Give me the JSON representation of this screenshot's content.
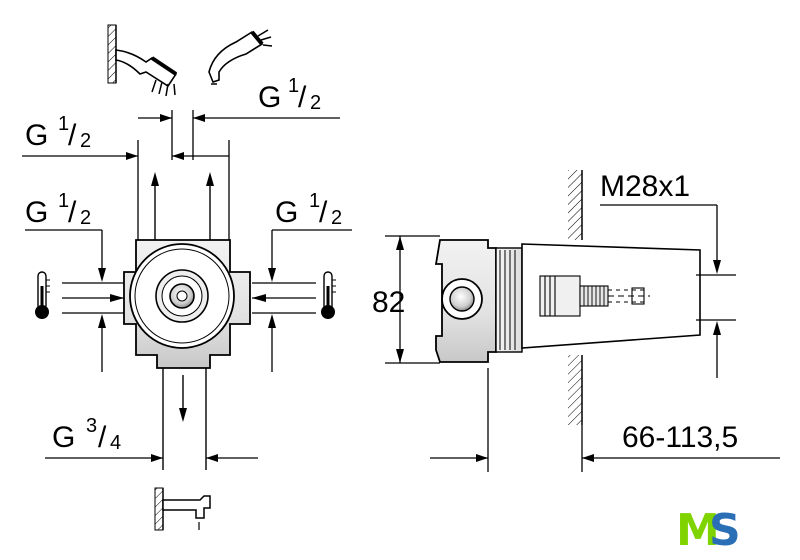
{
  "dimensions": {
    "thread_label_g": "G",
    "half_num": "1",
    "half_den": "2",
    "three_quarter_num": "3",
    "three_quarter_den": "4",
    "height": "82",
    "thread_m": "M28x1",
    "depth_range": "66-113,5"
  },
  "icons": {
    "shower_head": "shower-head-icon",
    "hand_shower": "hand-shower-icon",
    "thermometer": "thermometer-icon",
    "bath_spout": "bath-spout-icon",
    "wall": "wall-hatch-icon"
  },
  "logo": {
    "m": "M",
    "s": "S",
    "m_color": "#7fd400",
    "s_color": "#2a6fb5"
  },
  "colors": {
    "line": "#000000",
    "shade": "#d9d9d9",
    "shade_dark": "#b5b5b5"
  }
}
